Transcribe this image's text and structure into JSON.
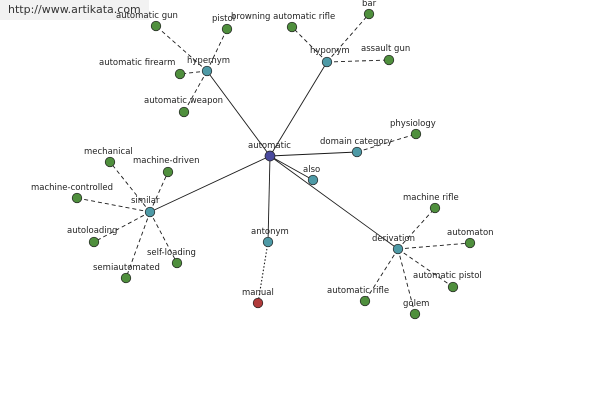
{
  "source_badge": "http://www.artikata.com",
  "colors": {
    "center": "#4a4a9e",
    "relation": "#4e9aa6",
    "word": "#4f8f3d",
    "antonym_word": "#b03a3a",
    "stroke": "#222222"
  },
  "graph": {
    "center": {
      "id": "automatic",
      "label": "automatic"
    },
    "relations": [
      {
        "id": "hypernym_left",
        "label": "hypernym",
        "words": [
          "automatic gun",
          "pistol",
          "automatic firearm",
          "automatic weapon"
        ]
      },
      {
        "id": "hyponym",
        "label": "hyponym",
        "words": [
          "browning automatic rifle",
          "bar",
          "assault gun"
        ]
      },
      {
        "id": "domain_category",
        "label": "domain category",
        "words": [
          "physiology"
        ]
      },
      {
        "id": "also",
        "label": "also",
        "words": []
      },
      {
        "id": "similar",
        "label": "similar",
        "words": [
          "mechanical",
          "machine-driven",
          "machine-controlled",
          "autoloading",
          "self-loading",
          "semiautomated"
        ]
      },
      {
        "id": "antonym",
        "label": "antonym",
        "words": [
          "manual"
        ]
      },
      {
        "id": "derivation",
        "label": "derivation",
        "words": [
          "machine rifle",
          "automaton",
          "automatic pistol",
          "golem",
          "automatic rifle"
        ]
      }
    ]
  }
}
